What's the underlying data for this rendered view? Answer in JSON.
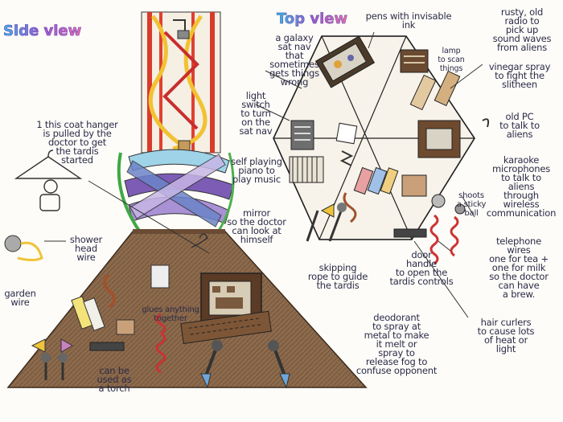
{
  "titles": {
    "side_view": "Side view",
    "top_view": "Top view"
  },
  "side_labels": {
    "coat_hanger": "1 this coat hanger\nis pulled by the\ndoctor to get\nthe tardis\nstarted",
    "shower_head": "shower\nhead\nwire",
    "garden_wire": "garden\nwire",
    "torch": "can be\nused as\na torch",
    "glue": "glues anything\ntogether",
    "mirror": "mirror\nso the doctor\ncan look at\nhimself"
  },
  "top_labels": {
    "galaxy_nav": "a galaxy\nsat nav\nthat sometimes\ngets things\nwrong",
    "light_switch": "light\nswitch\nto turn\non the\nsat nav",
    "piano": "self playing\npiano to\nplay music",
    "invisible_ink": "pens with invisable\nink",
    "lamp": "lamp\nto scan\nthings",
    "radio": "rusty, old\nradio to\npick up\nsound waves\nfrom aliens",
    "vinegar": "vinegar spray\nto fight the\nslitheen",
    "old_pc": "old PC\nto talk to\naliens",
    "karaoke": "karaoke\nmicrophones\nto talk to\naliens\nthrough\nwireless\ncommunication",
    "shoots_ball": "shoots\na sticky\nball",
    "telephone": "telephone\nwires\none for tea +\none for milk\nso the doctor\ncan have\na brew.",
    "skipping_rope": "skipping\nrope to guide\nthe tardis",
    "door_handle": "door\nhandle\nto open the\ntardis controls",
    "deodorant": "deodorant\nto spray at\nmetal to make\nit melt or\nspray to\nrelease fog to\nconfuse opponent",
    "hair_curlers": "hair curlers\nto cause lots\nof heat or\nlight"
  },
  "colors": {
    "title_gradient": [
      "#39b4e5",
      "#8c52c8",
      "#e85aa8"
    ],
    "console_brown": "#8a6545",
    "console_dark": "#5b3f2b",
    "tube_red": "#d9382a",
    "tube_yellow": "#f0c43a",
    "ink": "#2b2b48"
  }
}
